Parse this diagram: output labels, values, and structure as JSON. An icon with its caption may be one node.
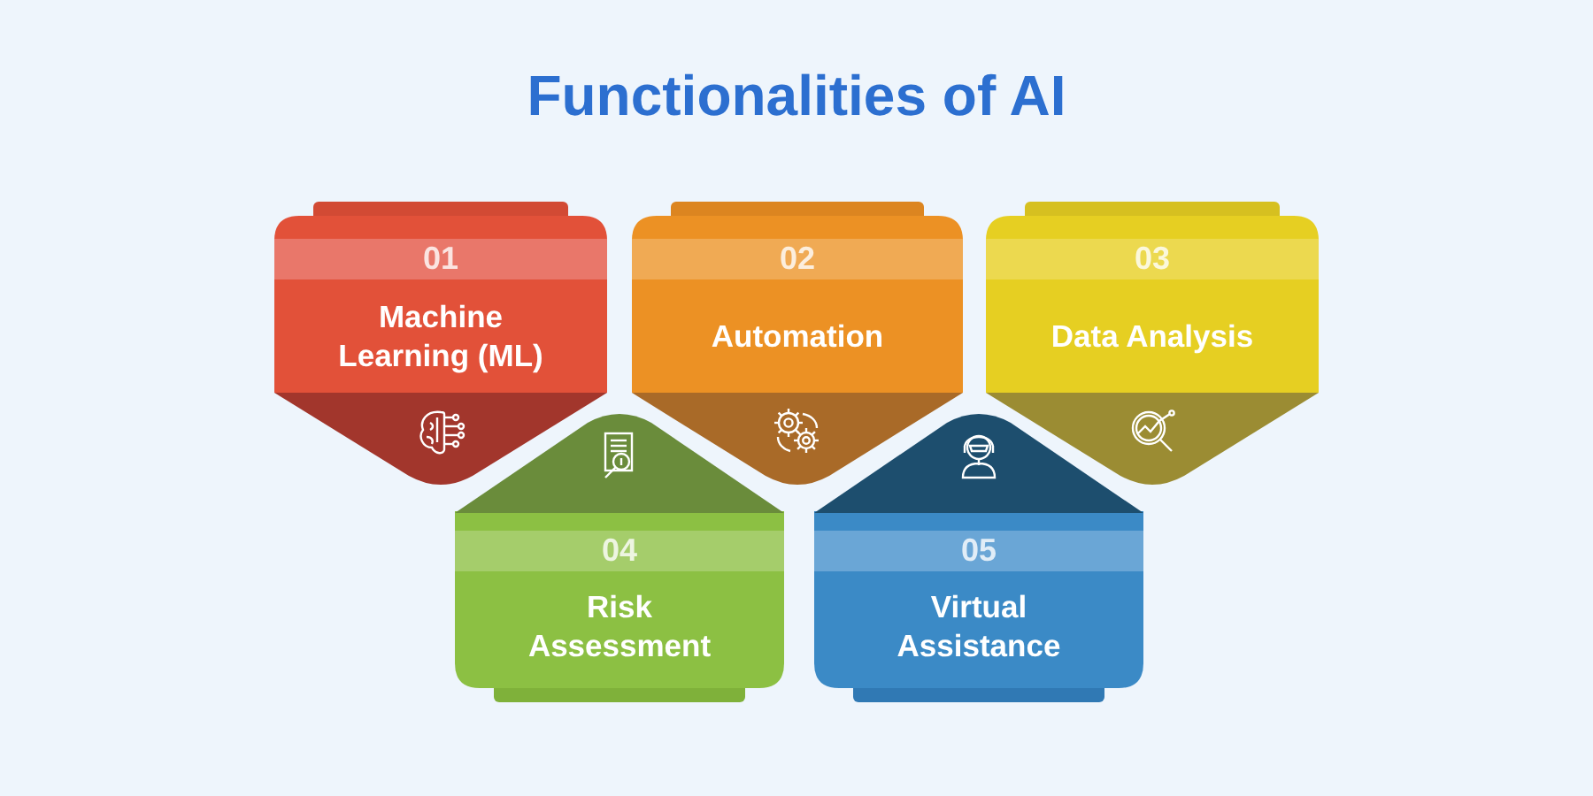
{
  "diagram": {
    "title": "Functionalities of AI",
    "nodes": [
      {
        "text": [
          "01",
          "Machine Learning (ML)"
        ]
      },
      {
        "text": [
          "02",
          "Automation"
        ]
      },
      {
        "text": [
          "03",
          "Data Analysis"
        ]
      },
      {
        "text": [
          "04",
          "Risk Assessment"
        ]
      },
      {
        "text": [
          "05",
          "Virtual Assistance"
        ]
      }
    ]
  }
}
